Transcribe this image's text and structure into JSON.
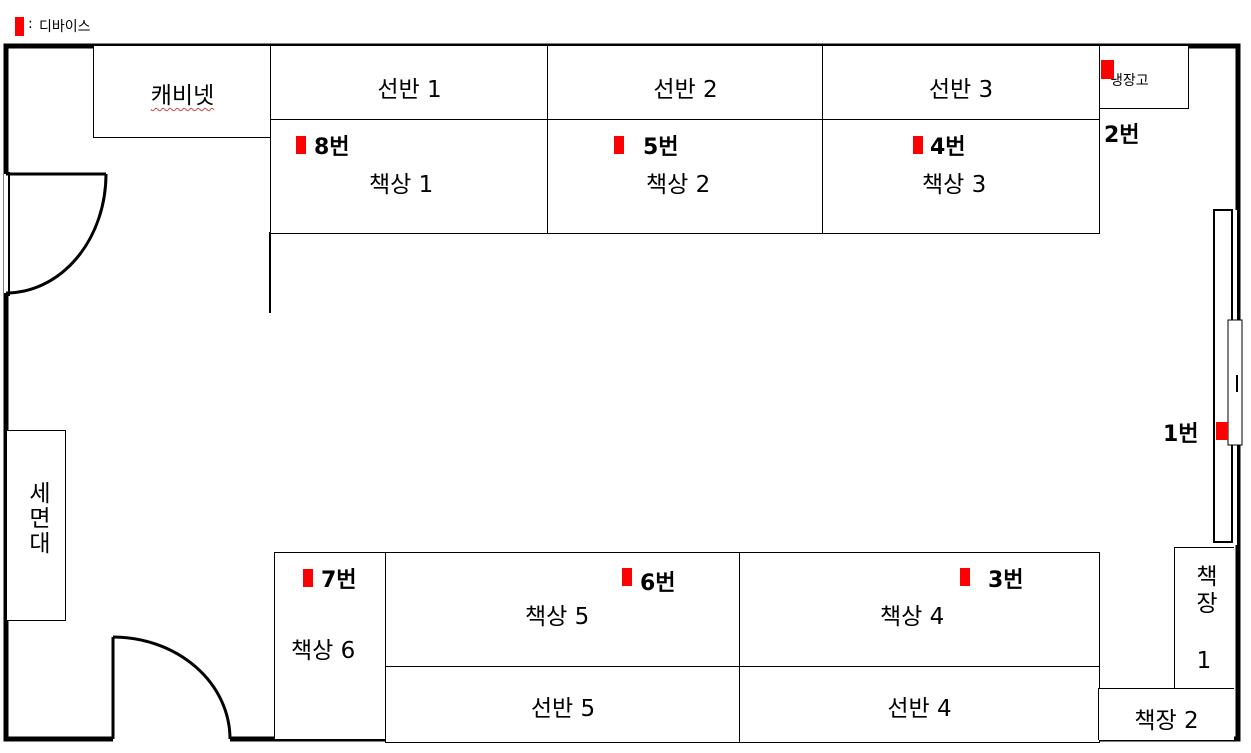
{
  "legend": {
    "separator": ":",
    "label": "디바이스"
  },
  "colors": {
    "device": "#ff0000",
    "line": "#000000",
    "background": "#ffffff"
  },
  "furniture": {
    "cabinet": "캐비넷",
    "fridge": "냉장고",
    "shelf_1": "선반 1",
    "shelf_2": "선반 2",
    "shelf_3": "선반 3",
    "shelf_4": "선반 4",
    "shelf_5": "선반 5",
    "desk_1": "책상 1",
    "desk_2": "책상 2",
    "desk_3": "책상 3",
    "desk_4": "책상 4",
    "desk_5": "책상 5",
    "desk_6": "책상 6",
    "sink": "세면대",
    "bookcase_1": "책장 1",
    "bookcase_2": "책장 2"
  },
  "devices": {
    "d1": "1번",
    "d2": "2번",
    "d3": "3번",
    "d4": "4번",
    "d5": "5번",
    "d6": "6번",
    "d7": "7번",
    "d8": "8번"
  }
}
